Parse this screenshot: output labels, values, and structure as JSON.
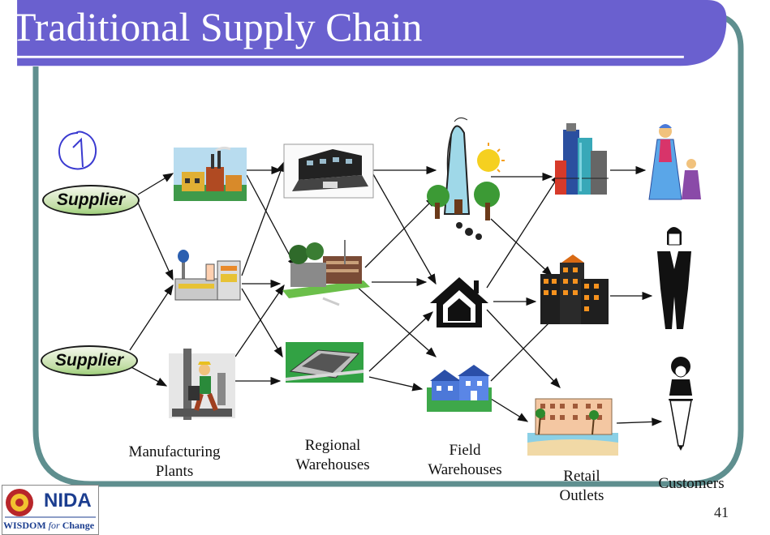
{
  "title": "Traditional Supply Chain",
  "handwritten_mark": "1",
  "suppliers": [
    "Supplier",
    "Supplier"
  ],
  "stage_labels": {
    "manufacturing": [
      "Manufacturing",
      "Plants"
    ],
    "regional": [
      "Regional",
      "Warehouses"
    ],
    "field": [
      "Field",
      "Warehouses"
    ],
    "retail": [
      "Retail",
      "Outlets"
    ],
    "customers": [
      "Customers"
    ]
  },
  "logo": {
    "name": "NIDA",
    "tagline_a": "WISDOM ",
    "tagline_b": "for",
    "tagline_c": " Change"
  },
  "page_number": "41",
  "colors": {
    "title_bar": "#6a60cf",
    "frame": "#5f8f8f",
    "arrows": "#111111",
    "logo_text": "#1b3d8f"
  }
}
